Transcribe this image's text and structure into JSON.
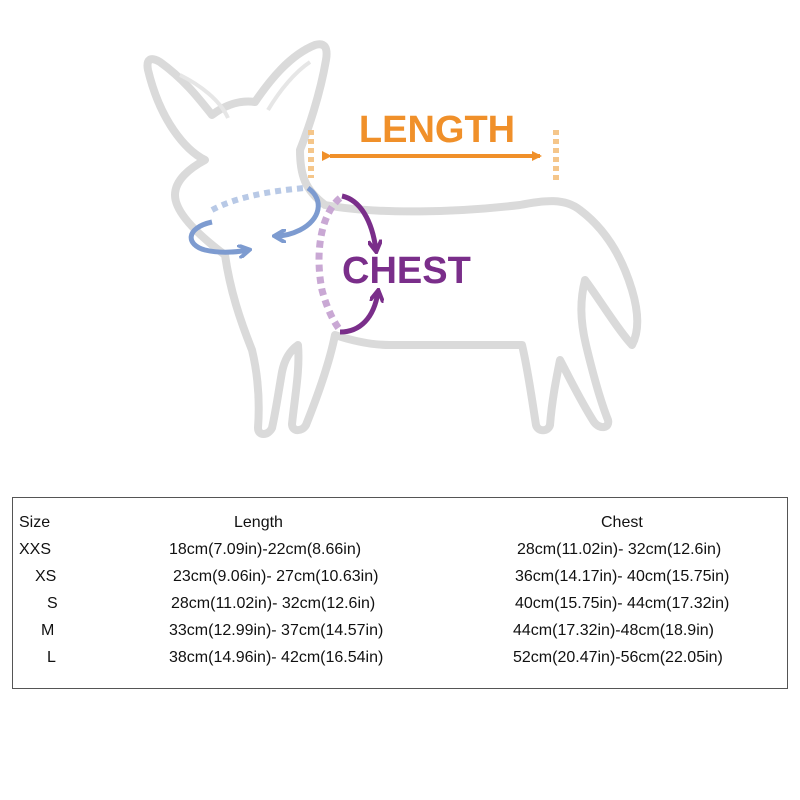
{
  "labels": {
    "length": "LENGTH",
    "chest": "CHEST"
  },
  "colors": {
    "length": "#f0902a",
    "chest": "#7a2e8a",
    "neck": "#7d9bd0",
    "outline": "#dadada"
  },
  "table": {
    "headers": {
      "size": "Size",
      "length": "Length",
      "chest": "Chest"
    },
    "rows": [
      {
        "size": "XXS",
        "length": "18cm(7.09in)-22cm(8.66in)",
        "chest": "28cm(11.02in)- 32cm(12.6in)"
      },
      {
        "size": "XS",
        "length": "23cm(9.06in)- 27cm(10.63in)",
        "chest": "36cm(14.17in)- 40cm(15.75in)"
      },
      {
        "size": "S",
        "length": "28cm(11.02in)- 32cm(12.6in)",
        "chest": "40cm(15.75in)- 44cm(17.32in)"
      },
      {
        "size": "M",
        "length": "33cm(12.99in)- 37cm(14.57in)",
        "chest": "44cm(17.32in)-48cm(18.9in)"
      },
      {
        "size": "L",
        "length": "38cm(14.96in)- 42cm(16.54in)",
        "chest": "52cm(20.47in)-56cm(22.05in)"
      }
    ]
  }
}
